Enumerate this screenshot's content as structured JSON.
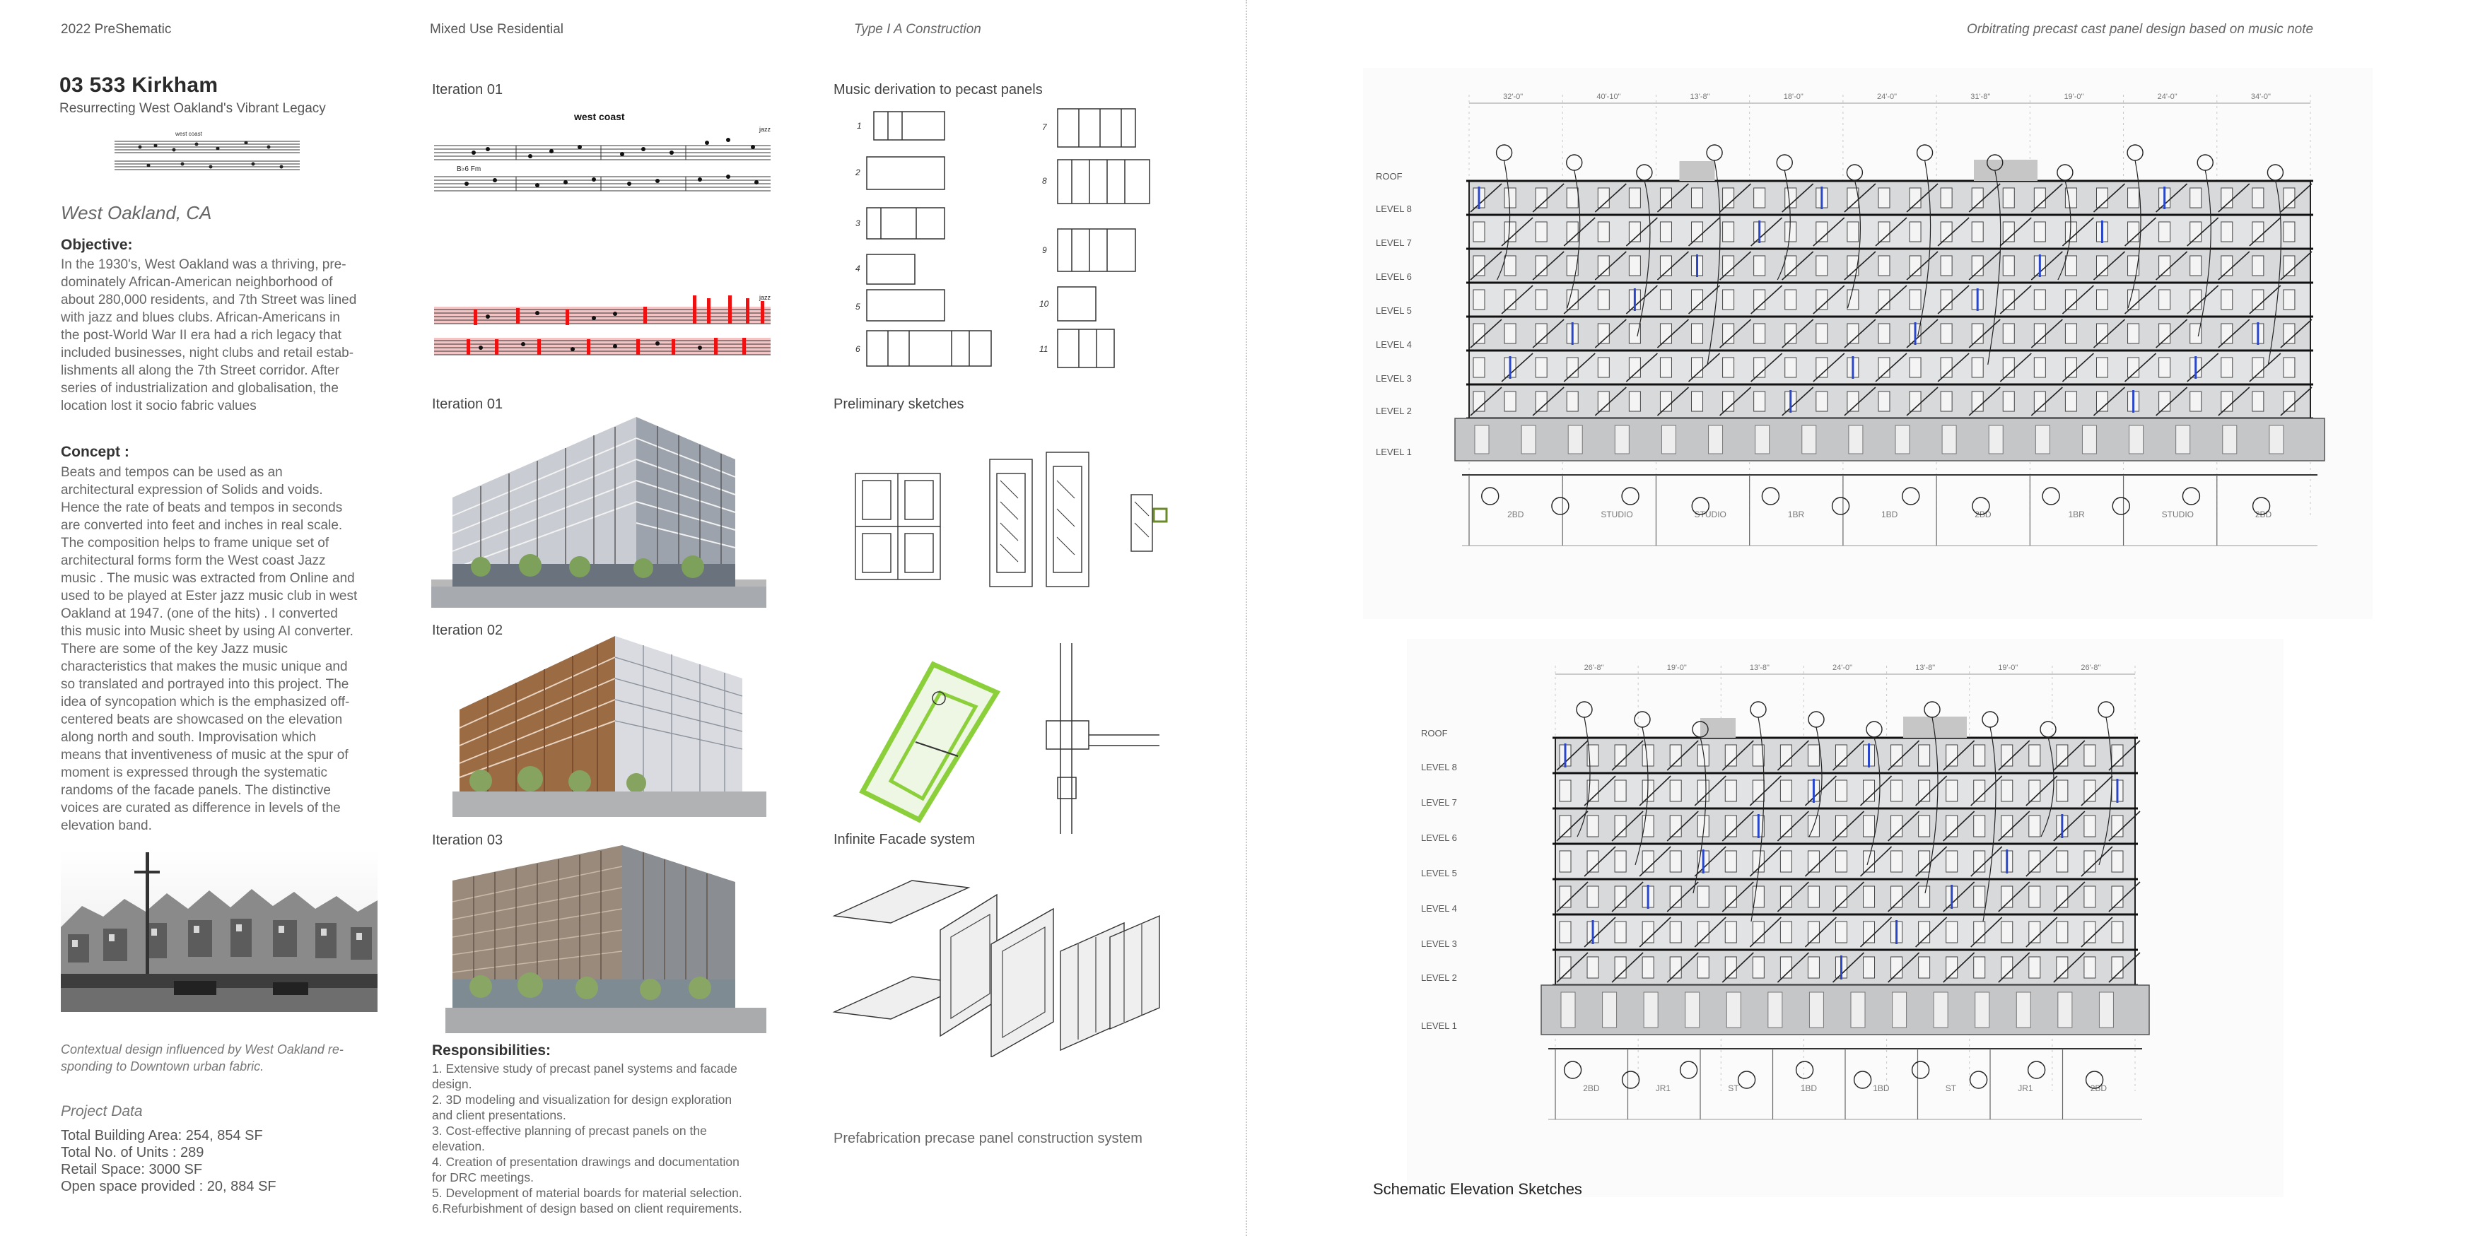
{
  "header": {
    "year_app": "2022  PreShematic",
    "type": "Mixed Use Residential",
    "construction": "Type I A Construction",
    "note": "Orbitrating precast cast panel design based on music note"
  },
  "project": {
    "title": "03 533 Kirkham",
    "subtitle": "Resurrecting West Oakland's Vibrant Legacy",
    "location": "West Oakland, CA",
    "sheet_music_thumb_label": "west coast"
  },
  "objective": {
    "heading": "Objective:",
    "lines": [
      "In the 1930's, West Oakland was a thriving, pre-",
      "dominately African-American neighborhood of",
      "about 280,000 residents, and 7th Street was lined",
      "with jazz and blues clubs.  African-Americans in",
      "the post-World War II era had a rich legacy that",
      "included businesses, night clubs and retail estab-",
      "lishments all along the 7th Street corridor. After",
      "series of industrialization and globalisation, the",
      "location lost it socio fabric values"
    ]
  },
  "concept": {
    "heading": "Concept :",
    "lines": [
      "Beats and tempos can be used as an",
      "architectural expression of Solids and voids.",
      "Hence the rate of beats and tempos in seconds",
      "are converted into feet and inches in real scale.",
      "The composition helps to frame unique set of",
      "architectural forms form the West coast Jazz",
      "music . The music was extracted from Online and",
      "used to be played at Ester jazz music club in west",
      "Oakland at 1947. (one of the hits) . I converted",
      "this music into Music sheet by using AI converter.",
      "There are some of the key Jazz music",
      "characteristics that makes the music unique and",
      "so translated and portrayed into this project. The",
      "idea of syncopation which is the emphasized off-",
      "centered beats are showcased on the elevation",
      "along north and south. Improvisation which",
      "means that inventiveness of music at the spur of",
      "moment is expressed through the systematic",
      "randoms of the facade panels.  The distinctive",
      "voices are curated as difference in levels of the",
      "elevation band."
    ]
  },
  "photo_caption_lines": [
    "Contextual design influenced by West Oakland re-",
    "sponding to Downtown urban fabric."
  ],
  "project_data": {
    "heading": "Project Data",
    "lines": [
      "Total Building Area: 254, 854 SF",
      "Total No. of Units : 289",
      "Retail Space: 3000 SF",
      "Open space provided : 20, 884 SF"
    ]
  },
  "column2": {
    "iteration1_music_label": "Iteration 01",
    "music_title": "west coast",
    "music_tag": "jazz",
    "chords_line": "B♭6   Fm",
    "iteration1_render_label": "Iteration 01",
    "iteration2_label": "Iteration 02",
    "iteration3_label": "Iteration 03",
    "responsibilities_heading": "Responsibilities:",
    "responsibilities": [
      "1. Extensive study of precast panel systems and facade",
      "design.",
      "2. 3D modeling and visualization for design exploration",
      "and client presentations.",
      "3. Cost-effective planning of precast panels on the",
      "elevation.",
      "4. Creation of presentation drawings and documentation",
      "for DRC meetings.",
      "5. Development of material boards for material selection.",
      "6.Refurbishment of design based on client requirements."
    ]
  },
  "column3": {
    "music_derivation_label": "Music derivation to pecast panels",
    "preliminary_label": "Preliminary sketches",
    "infinite_facade_label": "Infinite Facade system",
    "prefab_caption": "Prefabrication precase panel construction system",
    "sketch_numbers": [
      "1",
      "2",
      "3",
      "4",
      "5",
      "6",
      "7",
      "8",
      "9",
      "10",
      "11"
    ]
  },
  "elevation_top": {
    "levels": [
      "ROOF",
      "LEVEL 8",
      "LEVEL 7",
      "LEVEL 6",
      "LEVEL 5",
      "LEVEL 4",
      "LEVEL 3",
      "LEVEL 2",
      "LEVEL 1"
    ],
    "dims": [
      "32'-0\"",
      "40'-10\"",
      "13'-8\"",
      "18'-0\"",
      "24'-0\"",
      "31'-8\"",
      "19'-0\"",
      "24'-0\"",
      "34'-0\""
    ],
    "units": [
      "2BD",
      "STUDIO",
      "STUDIO",
      "1BR",
      "1BD",
      "2BD",
      "1BR",
      "STUDIO",
      "2BD"
    ]
  },
  "elevation_bottom": {
    "levels": [
      "ROOF",
      "LEVEL 8",
      "LEVEL 7",
      "LEVEL 6",
      "LEVEL 5",
      "LEVEL 4",
      "LEVEL 3",
      "LEVEL 2",
      "LEVEL 1"
    ],
    "dims": [
      "26'-8\"",
      "19'-0\"",
      "13'-8\"",
      "24'-0\"",
      "13'-8\"",
      "19'-0\"",
      "26'-8\""
    ],
    "units": [
      "2BD",
      "JR1",
      "ST",
      "1BD",
      "1BD",
      "ST",
      "JR1",
      "2BD"
    ]
  },
  "schematic_caption": "Schematic Elevation Sketches"
}
